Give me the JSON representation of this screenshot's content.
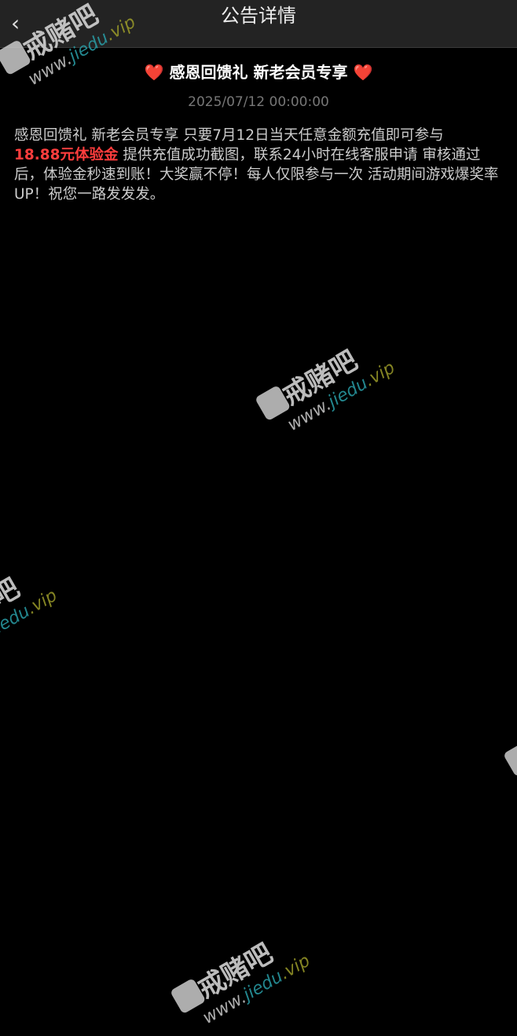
{
  "nav": {
    "title": "公告详情",
    "back_icon": "chevron-left-icon"
  },
  "notice": {
    "heart": "❤️",
    "title": "感恩回馈礼 新老会员专享",
    "date": "2025/07/12 00:00:00",
    "body_part1": "感恩回馈礼 新老会员专享 只要7月12日当天任意金额充值即可参与",
    "highlight": "18.88元体验金",
    "body_part2": " 提供充值成功截图，联系24小时在线客服申请 审核通过后，体验金秒速到账！大奖赢不停！每人仅限参与一次 活动期间游戏爆奖率UP！祝您一路发发发。"
  },
  "watermark": {
    "name": "戒赌吧",
    "url_prefix": "www.",
    "url_domain": "jiedu",
    "url_tld": ".vip"
  }
}
